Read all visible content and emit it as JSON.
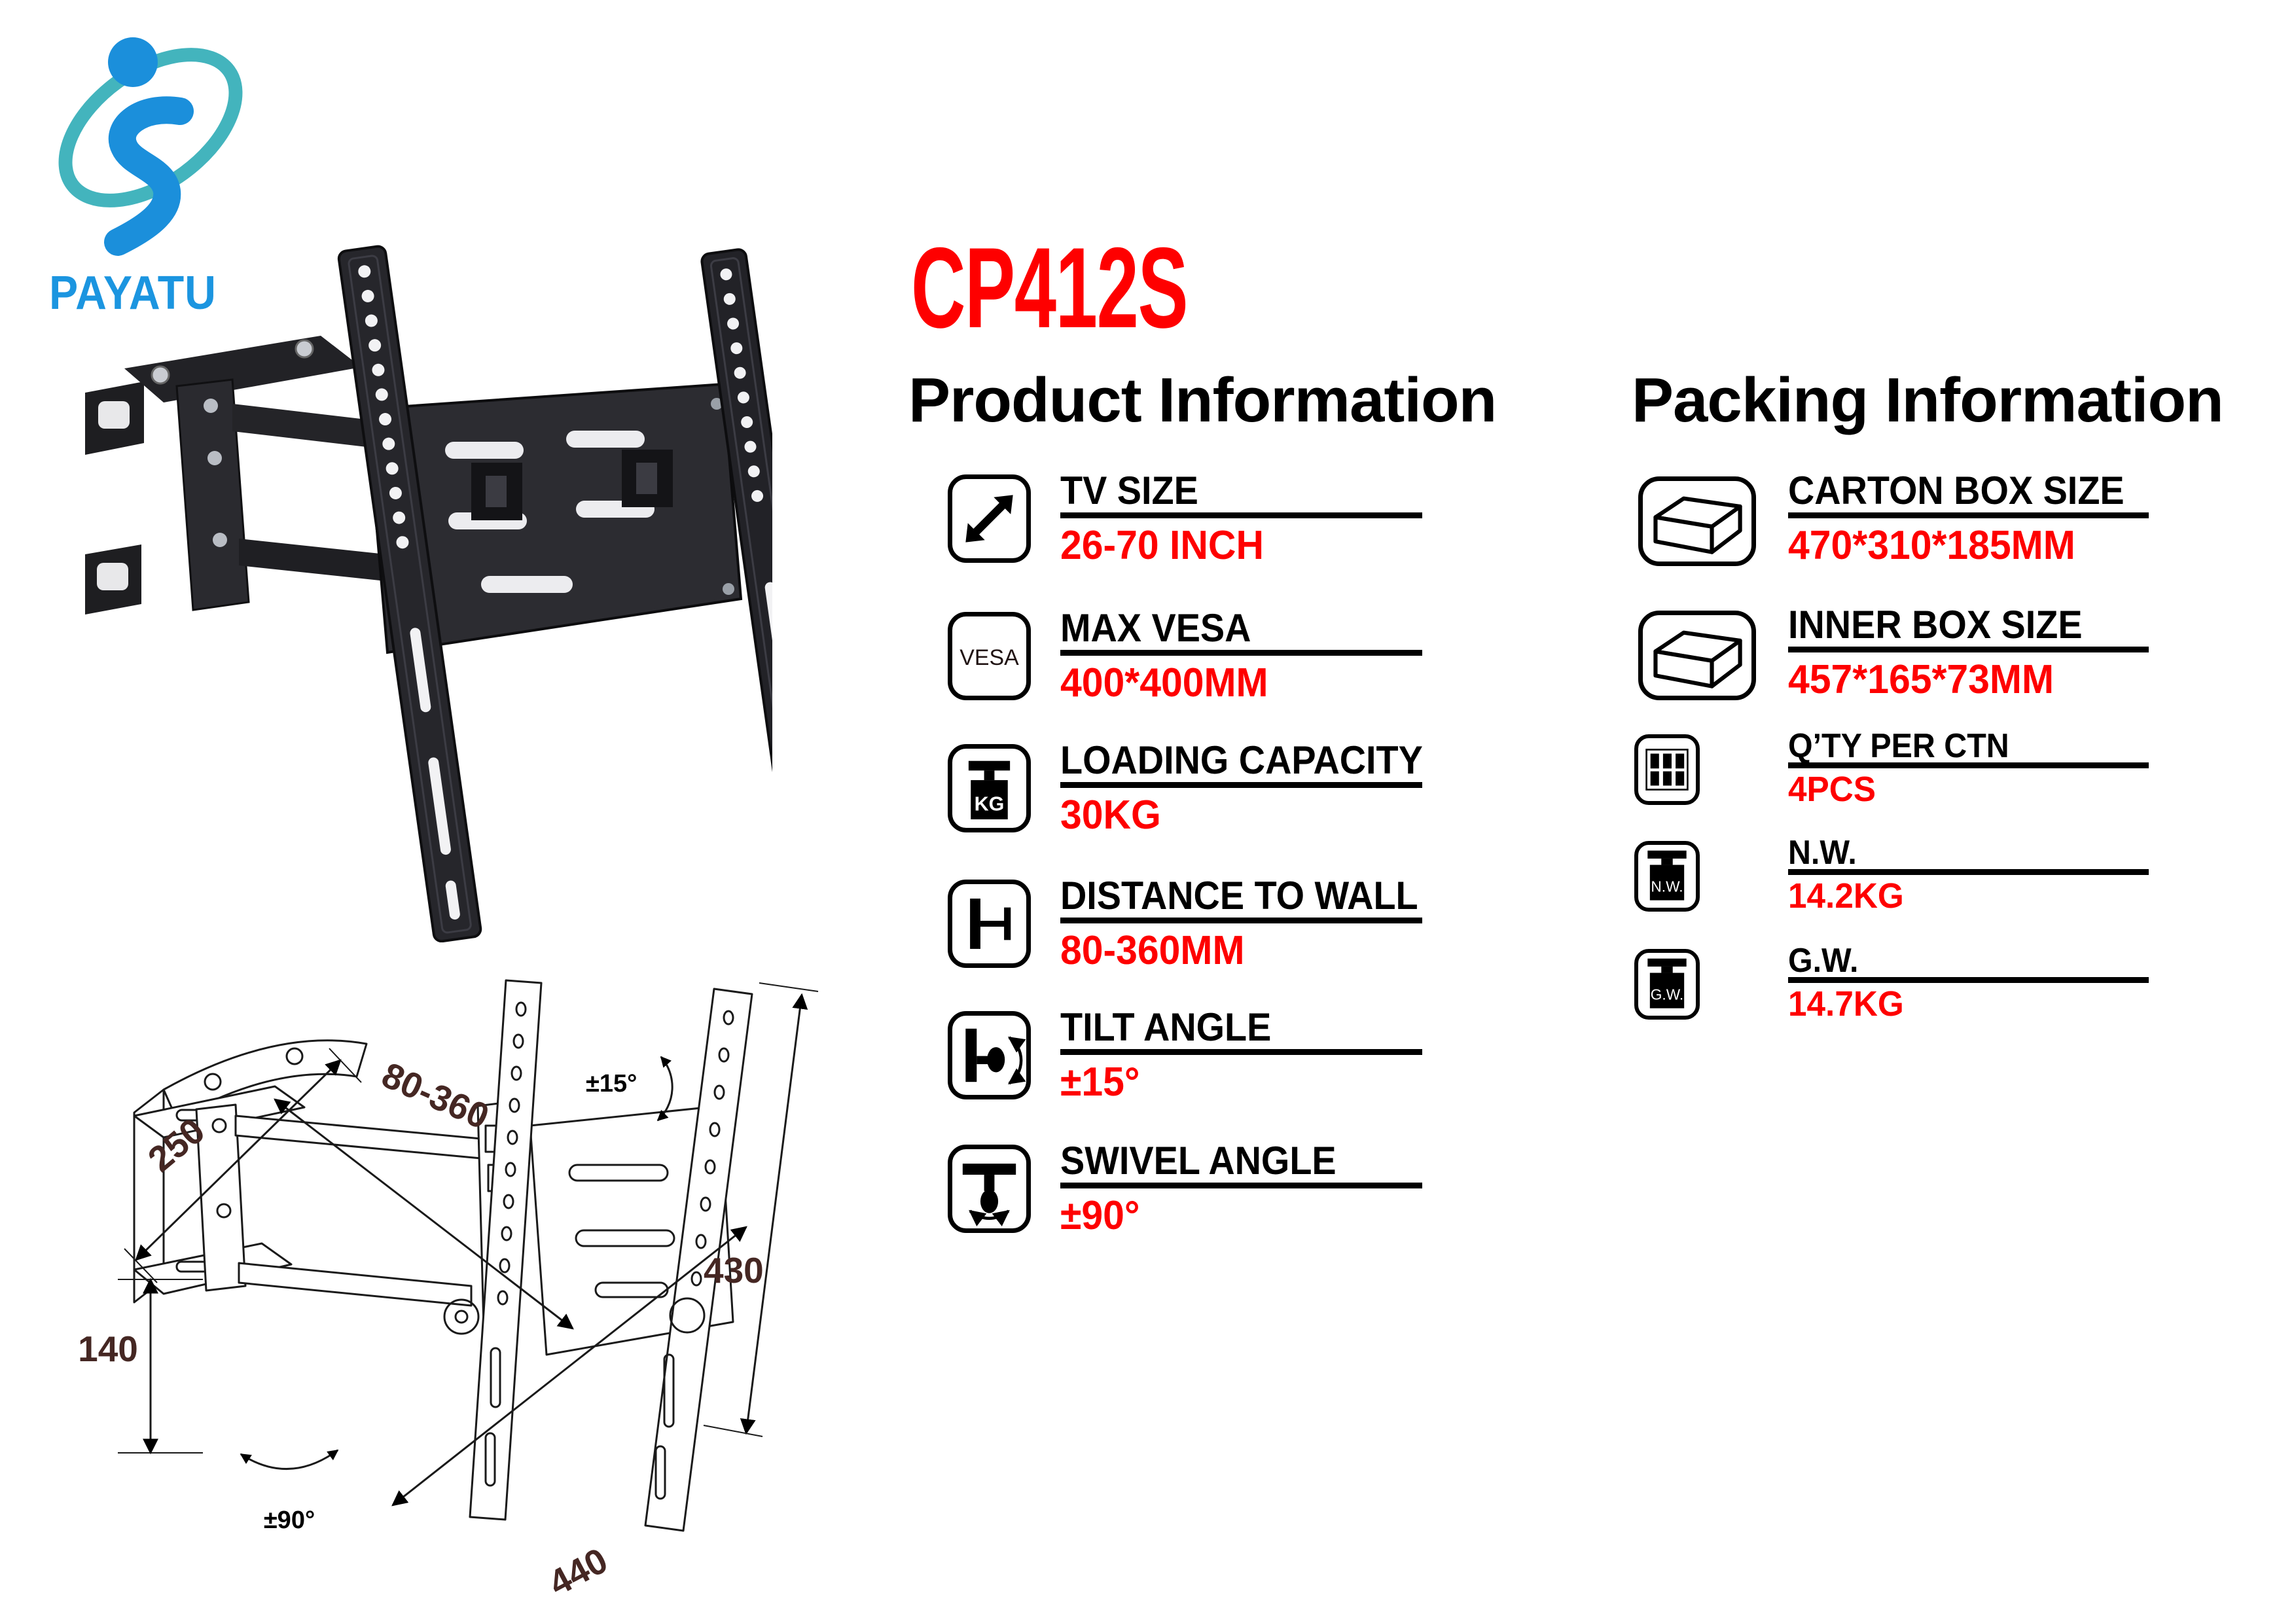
{
  "brand": {
    "name": "PAYATU",
    "logo_blue": "#1b8fdb",
    "logo_teal": "#43b4bd",
    "text_blue": "#1b95e0"
  },
  "model": "CP412S",
  "accent_red": "#fe0000",
  "product_info": {
    "heading": "Product Information",
    "rows": [
      {
        "icon": "tv-size-icon",
        "label": "TV SIZE",
        "value": "26-70 INCH"
      },
      {
        "icon": "vesa-icon",
        "icon_text": "VESA",
        "label": "MAX VESA",
        "value": "400*400MM"
      },
      {
        "icon": "kg-icon",
        "icon_text": "KG",
        "label": "LOADING CAPACITY",
        "value": "30KG"
      },
      {
        "icon": "distance-icon",
        "label": "DISTANCE TO WALL",
        "value": "80-360MM"
      },
      {
        "icon": "tilt-icon",
        "label": "TILT ANGLE",
        "value": "±15°"
      },
      {
        "icon": "swivel-icon",
        "label": "SWIVEL ANGLE",
        "value": "±90°"
      }
    ]
  },
  "packing_info": {
    "heading": "Packing Information",
    "rows": [
      {
        "icon": "carton-box-icon",
        "label": "CARTON BOX SIZE",
        "value": "470*310*185MM"
      },
      {
        "icon": "inner-box-icon",
        "label": "INNER BOX SIZE",
        "value": "457*165*73MM"
      },
      {
        "icon": "qty-icon",
        "label": "Q’TY PER CTN",
        "value": "4PCS"
      },
      {
        "icon": "nw-icon",
        "icon_text": "N.W.",
        "label": "N.W.",
        "value": "14.2KG"
      },
      {
        "icon": "gw-icon",
        "icon_text": "G.W.",
        "label": "G.W.",
        "value": "14.7KG"
      }
    ]
  },
  "diagram": {
    "label_color": "#452723",
    "labels": {
      "wall_width": "250",
      "depth": "80-360",
      "wall_height": "140",
      "tilt": "±15°",
      "rail_height": "430",
      "plate_width": "440",
      "swivel": "±90°"
    }
  }
}
